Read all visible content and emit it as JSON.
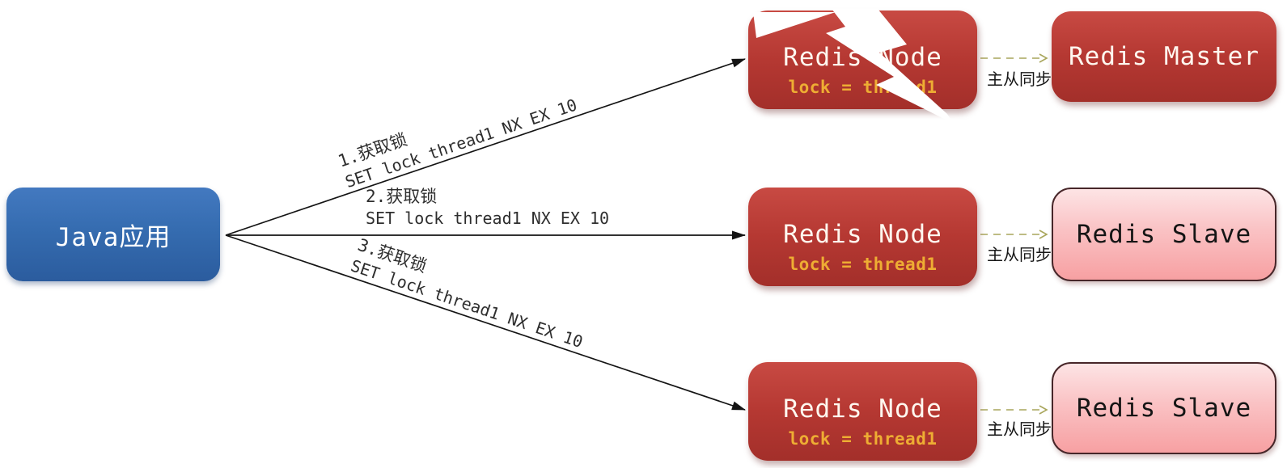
{
  "diagram": {
    "app_box": {
      "label": "Java应用"
    },
    "redis_nodes": [
      {
        "title": "Redis Node",
        "lock_value": "lock = thread1",
        "status": "crashed"
      },
      {
        "title": "Redis Node",
        "lock_value": "lock = thread1",
        "status": "ok"
      },
      {
        "title": "Redis Node",
        "lock_value": "lock = thread1",
        "status": "ok"
      }
    ],
    "replica_boxes": [
      {
        "title": "Redis Master"
      },
      {
        "title": "Redis Slave"
      },
      {
        "title": "Redis Slave"
      }
    ],
    "acquire_lock_labels": [
      {
        "step": "1.获取锁",
        "command": "SET lock thread1 NX EX 10"
      },
      {
        "step": "2.获取锁",
        "command": "SET lock thread1 NX EX 10"
      },
      {
        "step": "3.获取锁",
        "command": "SET lock thread1 NX EX 10"
      }
    ],
    "sync_labels": [
      "主从同步",
      "主从同步",
      "主从同步"
    ],
    "colors": {
      "node_red_top": "#c84a43",
      "node_red_bottom": "#a32f2a",
      "slave_pink_top": "#fde4e5",
      "slave_pink_bottom": "#f7a0a2",
      "app_blue_top": "#4379c0",
      "app_blue_bottom": "#2b5c9e",
      "lock_text_gold": "#eead33",
      "sync_arrow_olive": "#a9a65c",
      "arrow_black": "#141414"
    }
  }
}
